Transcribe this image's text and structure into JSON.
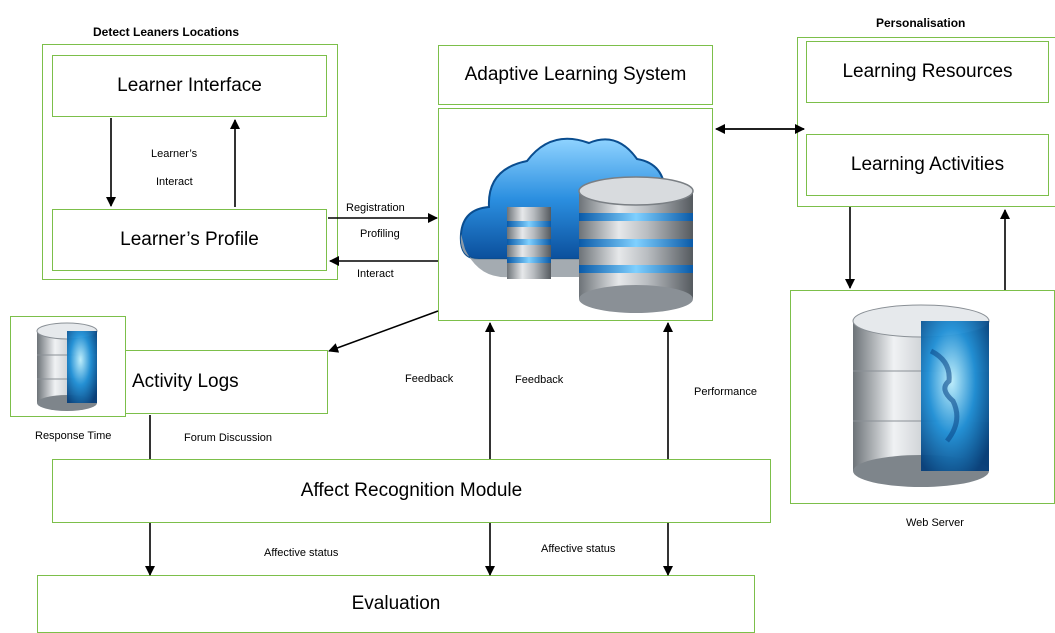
{
  "headers": {
    "detect": "Detect Leaners Locations",
    "personalisation": "Personalisation"
  },
  "boxes": {
    "learner_interface": "Learner Interface",
    "learner_profile": "Learner’s Profile",
    "adaptive_system": "Adaptive Learning System",
    "learning_resources": "Learning Resources",
    "learning_activities": "Learning Activities",
    "activity_logs": "Activity Logs",
    "affect_module": "Affect Recognition Module",
    "evaluation": "Evaluation"
  },
  "labels": {
    "learners": "Learner’s",
    "interact_top": "Interact",
    "registration": "Registration",
    "profiling": "Profiling",
    "interact_bottom": "Interact",
    "feedback_1": "Feedback",
    "feedback_2": "Feedback",
    "performance": "Performance",
    "response_time": "Response Time",
    "forum_discussion": "Forum Discussion",
    "affective_status_1": "Affective status",
    "affective_status_2": "Affective status",
    "web_server": "Web Server"
  },
  "icons": {
    "cloud_database": "cloud-database-icon",
    "globe_database_small": "globe-database-icon",
    "globe_database_server": "globe-database-icon"
  }
}
